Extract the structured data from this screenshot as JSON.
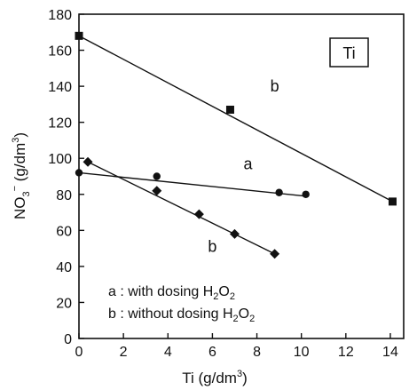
{
  "chart_data": {
    "type": "line",
    "title": "",
    "xlabel": {
      "main": "Ti (g/dm",
      "sup": "3",
      "tail": ")"
    },
    "ylabel": {
      "pre": "NO",
      "sub": "3",
      "sup": "−",
      "mid": " (g/dm",
      "sup2": "3",
      "tail": ")"
    },
    "xlim": [
      0,
      14.6
    ],
    "ylim": [
      0,
      180
    ],
    "xticks": [
      0,
      2,
      4,
      6,
      8,
      10,
      12,
      14
    ],
    "yticks": [
      0,
      20,
      40,
      60,
      80,
      100,
      120,
      140,
      160,
      180
    ],
    "grid": false,
    "inset_label": "Ti",
    "series": [
      {
        "name": "a",
        "marker": "circle",
        "x": [
          0,
          3.5,
          9.0,
          10.2
        ],
        "y": [
          92,
          90,
          81,
          80
        ],
        "fit": [
          [
            0,
            92
          ],
          [
            10.2,
            79
          ]
        ]
      },
      {
        "name": "b",
        "marker": "square",
        "x": [
          0,
          6.8,
          14.1
        ],
        "y": [
          168,
          127,
          76
        ],
        "fit": [
          [
            0,
            168
          ],
          [
            14.1,
            76
          ]
        ]
      },
      {
        "name": "b",
        "marker": "diamond",
        "x": [
          0.4,
          3.5,
          5.4,
          7.0,
          8.8
        ],
        "y": [
          98,
          82,
          69,
          58,
          47
        ],
        "fit": [
          [
            0.4,
            98
          ],
          [
            8.8,
            47
          ]
        ]
      }
    ],
    "annotations": [
      {
        "text": "b",
        "x": 8.8,
        "y": 137
      },
      {
        "text": "a",
        "x": 7.6,
        "y": 94
      },
      {
        "text": "b",
        "x": 6.0,
        "y": 48
      }
    ],
    "legend": {
      "placement": "bottom-left",
      "entries": [
        {
          "pre": "a : with dosing H",
          "s1": "2",
          "mid": "O",
          "s2": "2"
        },
        {
          "pre": "b : without dosing H",
          "s1": "2",
          "mid": "O",
          "s2": "2"
        }
      ]
    }
  }
}
